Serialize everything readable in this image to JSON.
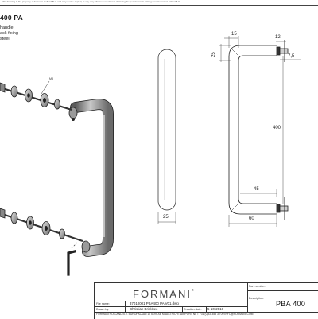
{
  "sheet": {
    "notice": "This drawing is the property of Formani Holland B.V. and may not be copied, in any way whatsoever without obtaining the permission in writing from Formani Holland B.V.",
    "title_code": "400 PA",
    "description_lines": [
      "handle",
      "ack fixing",
      "steel"
    ]
  },
  "drawing": {
    "side_view": {
      "dim_width_label": "25"
    },
    "front_view": {
      "dim_width_label": "15",
      "dim_height_label": "25",
      "screw_label": "M8"
    },
    "section_view": {
      "dim_top_label": "12",
      "dim_offset_label": "7,5",
      "dim_length_label": "400",
      "dim_inner_label": "45",
      "dim_depth_label": "60"
    }
  },
  "title_block": {
    "brand": "FORMANI",
    "brand_mark": "®",
    "part_no_label": "Part number:",
    "description_label": "Description:",
    "description_value": "PBA 400",
    "file_name_label": "File name:",
    "file_name_value": "37010001 PBA400 PA V01.dwg",
    "drawn_by_label": "Drawn by:",
    "drawn_by_value": "Christian Brinkkee",
    "creation_date_label": "Creation date:",
    "creation_date_value": "5-10-2018",
    "footer": "FORMANI HOLLAND B.V.  EUROPALAAN 12  6199 AB MAASTRICHT-AIRPORT NL  T +31 (0)43 358 30 00  INFO@FORMANI.COM"
  }
}
